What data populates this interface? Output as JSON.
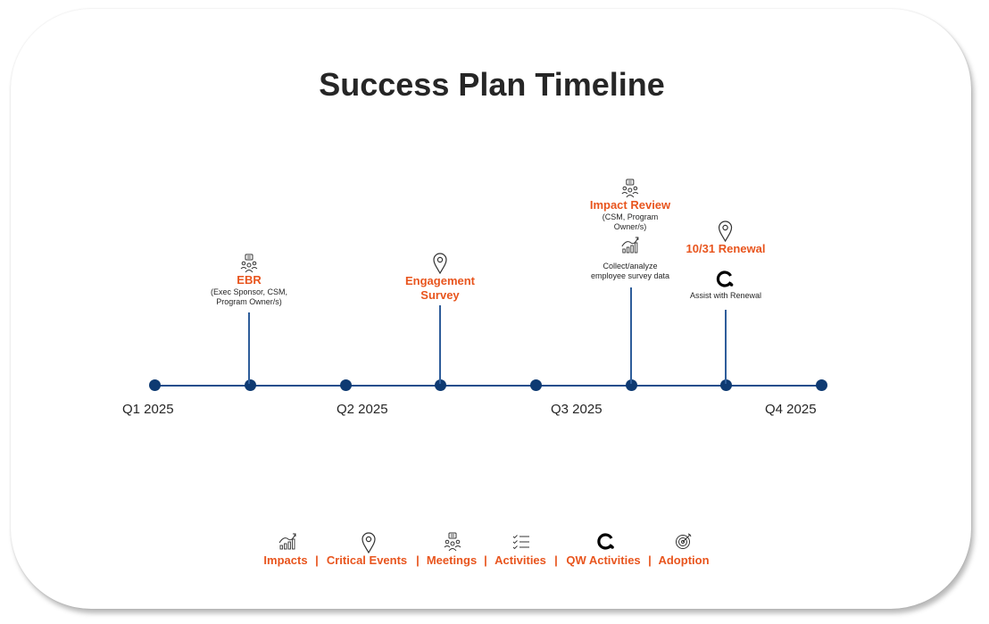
{
  "title": "Success Plan Timeline",
  "colors": {
    "accent": "#e8551e",
    "axis": "#1f4e8c",
    "dot": "#0e3a72",
    "text": "#262626"
  },
  "axis": {
    "quarters": [
      "Q1 2025",
      "Q2 2025",
      "Q3 2025",
      "Q4 2025"
    ],
    "dot_count": 8
  },
  "events": [
    {
      "icon": "meetings-icon",
      "title": "EBR",
      "subtitle_1": "(Exec Sponsor, CSM,",
      "subtitle_2": "Program Owner/s)"
    },
    {
      "icon": "critical-event-pin-icon",
      "title_1": "Engagement",
      "title_2": "Survey"
    },
    {
      "icon": "meetings-icon",
      "title": "Impact Review",
      "subtitle_1": "(CSM, Program",
      "subtitle_2": "Owner/s)",
      "secondary_icon": "impacts-chart-icon",
      "secondary_1": "Collect/analyze",
      "secondary_2": "employee survey data"
    },
    {
      "icon": "critical-event-pin-icon",
      "title": "10/31 Renewal",
      "secondary_icon": "qw-activities-icon",
      "secondary_1": "Assist with Renewal"
    }
  ],
  "legend": {
    "items": [
      {
        "icon": "impacts-chart-icon",
        "label": "Impacts"
      },
      {
        "icon": "critical-event-pin-icon",
        "label": "Critical Events"
      },
      {
        "icon": "meetings-icon",
        "label": "Meetings"
      },
      {
        "icon": "activities-checklist-icon",
        "label": "Activities"
      },
      {
        "icon": "qw-activities-icon",
        "label": "QW Activities"
      },
      {
        "icon": "adoption-target-icon",
        "label": "Adoption"
      }
    ],
    "separator": "|"
  }
}
